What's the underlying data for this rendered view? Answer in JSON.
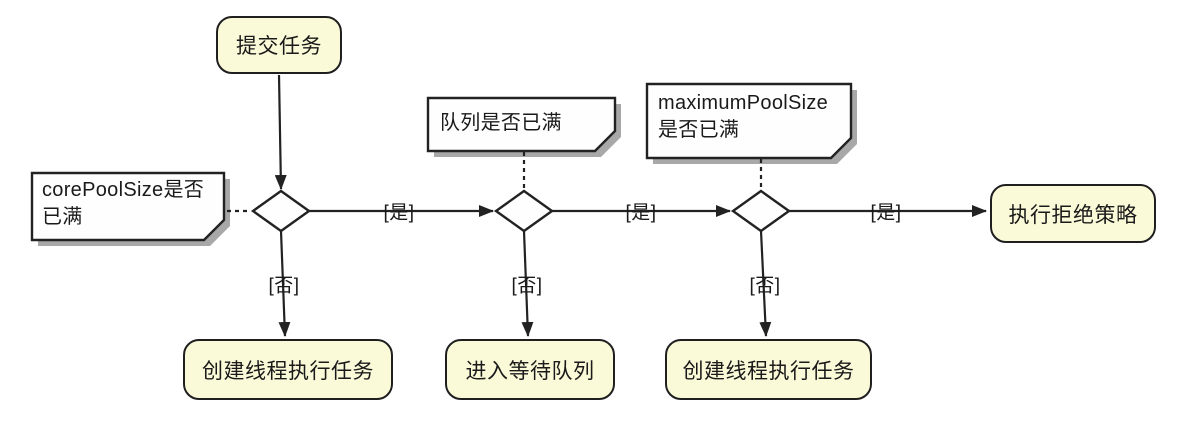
{
  "diagram": {
    "activity_nodes": {
      "submit": "提交任务",
      "create_thread_1": "创建线程执行任务",
      "enter_queue": "进入等待队列",
      "create_thread_2": "创建线程执行任务",
      "reject_policy": "执行拒绝策略"
    },
    "notes": {
      "core_pool_size": {
        "line1": "corePoolSize是否",
        "line2": "已满"
      },
      "queue_full": {
        "line1": "队列是否已满"
      },
      "maximum_pool_size": {
        "line1": "maximumPoolSize",
        "line2": "是否已满"
      }
    },
    "edge_labels": {
      "yes_1": "[是]",
      "yes_2": "[是]",
      "yes_3": "[是]",
      "no_1": "[否]",
      "no_2": "[否]",
      "no_3": "[否]"
    },
    "colors": {
      "background": "#ffffff",
      "node_fill": "#fbfad8",
      "node_border": "#1f1f1f",
      "note_fill": "#fefefe",
      "shadow": "#a8a8a8",
      "line": "#222222",
      "text": "#1a1a1a"
    }
  }
}
